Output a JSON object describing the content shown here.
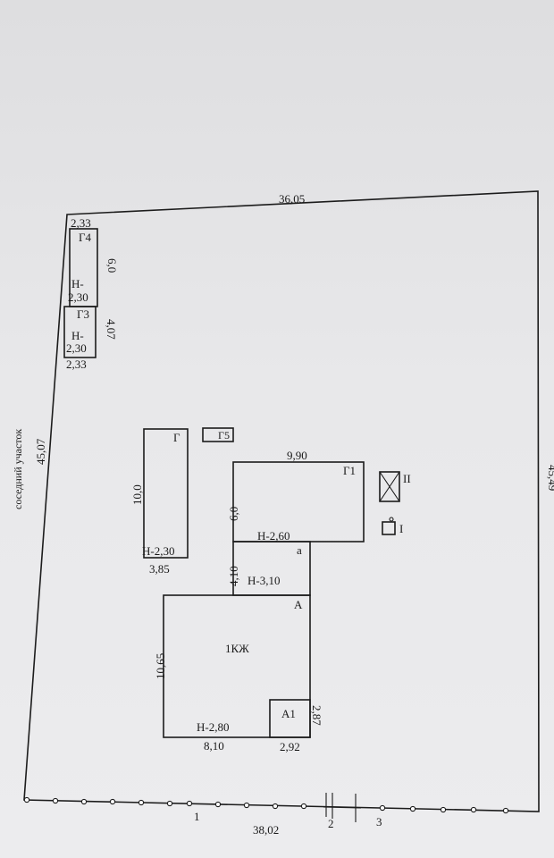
{
  "plot": {
    "top_length": "36,05",
    "right_length": "45,49",
    "left_length": "45,07",
    "left_caption": "соседний участок",
    "bottom_length": "38,02",
    "fence_marks": [
      "1",
      "2",
      "3"
    ]
  },
  "garage_g4": {
    "name": "Г4",
    "width": "2,33",
    "length": "6,0",
    "height": "Н-\n2,30"
  },
  "garage_g3": {
    "name": "Г3",
    "length": "4,07",
    "width": "2,33",
    "height": "Н-\n2,30"
  },
  "shed_g": {
    "name": "Г",
    "length": "10,0",
    "height": "Н-2,30",
    "width": "3,85"
  },
  "shed_g5": {
    "name": "Г5"
  },
  "building_g1": {
    "name": "Г1",
    "width": "9,90",
    "depth": "6,0",
    "height": "Н-2,60"
  },
  "veranda_a": {
    "name": "а",
    "depth": "4,10",
    "height": "Н-3,10"
  },
  "house": {
    "name": "1КЖ",
    "section_name": "А",
    "depth": "10,65",
    "height": "Н-2,80",
    "width": "8,10"
  },
  "annex_a1": {
    "name": "А1",
    "width": "2,92",
    "depth": "2,87"
  },
  "small_objects": {
    "roman_two": "II",
    "roman_one": "I"
  }
}
